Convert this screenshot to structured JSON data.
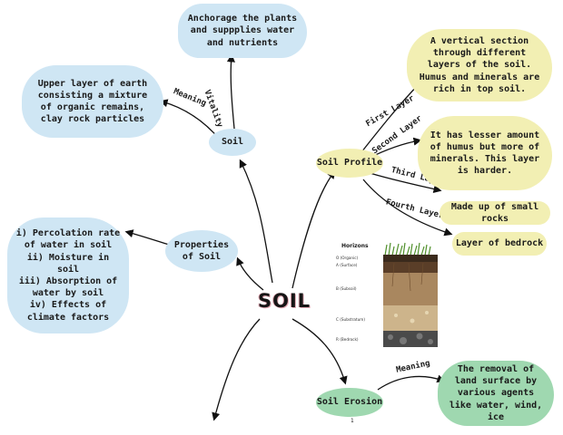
{
  "center": "SOIL",
  "nodes": {
    "soil": "Soil",
    "properties": "Properties of Soil",
    "profile": "Soil Profile",
    "erosion": "Soil Erosion"
  },
  "soil_branch": {
    "meaning_label": "Meaning",
    "meaning_text": "Upper layer of earth consisting a mixture of organic remains, clay rock particles",
    "vitality_label": "Vitality",
    "vitality_text": "Anchorage the plants and suppplies water and nutrients"
  },
  "properties_text": "i) Percolation rate of water in soil\nii) Moisture in soil\niii) Absorption of water by soil\niv) Effects of climate factors",
  "profile_branch": {
    "first_label": "First Layer",
    "first_text": "A vertical section through different layers of the soil. Humus and minerals are rich in top soil.",
    "second_label": "Second Layer",
    "second_text": "It has lesser amount of humus but more of minerals. This layer is harder.",
    "third_label": "Third Layer",
    "third_text": "Made up of small rocks",
    "fourth_label": "Fourth Layer",
    "fourth_text": "Layer of bedrock"
  },
  "horizons": {
    "title": "Horizons",
    "o": "O (Organic)",
    "a": "A (Surface)",
    "b": "B (Subsoil)",
    "c": "C (Substratum)",
    "r": "R (Bedrock)"
  },
  "erosion_branch": {
    "meaning_label": "Meaning",
    "meaning_text": "The removal of land surface by various agents like water, wind, ice"
  },
  "page_number": "1",
  "colors": {
    "blue": "#cfe6f4",
    "yellow": "#f2efb3",
    "green": "#9fd8b0"
  }
}
